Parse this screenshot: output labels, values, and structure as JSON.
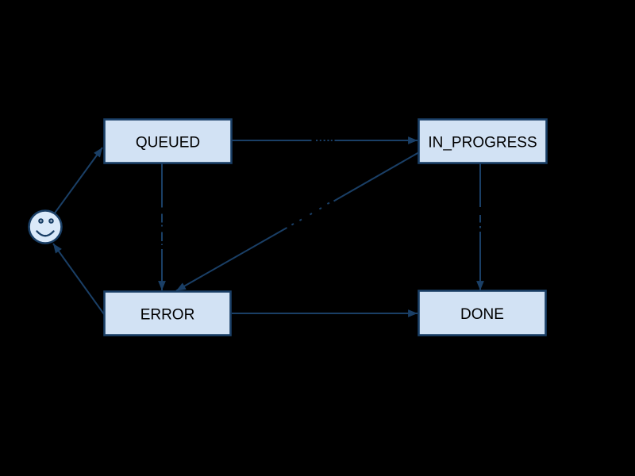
{
  "canvas": {
    "background": "#000000"
  },
  "palette": {
    "node_fill": "#d2e2f4",
    "actor_fill": "#dae9f9",
    "node_border": "#1a3f66",
    "edge_color": "#1a3f66",
    "node_text_color": "#000000"
  },
  "nodes": {
    "queued": {
      "label": "QUEUED"
    },
    "in_progress": {
      "label": "IN_PROGRESS"
    },
    "error": {
      "label": "ERROR"
    },
    "done": {
      "label": "DONE"
    },
    "actor": {
      "icon": "smiley-face-icon"
    }
  },
  "edges": [
    {
      "from": "actor",
      "to": "queued",
      "has_obscured_label": false
    },
    {
      "from": "queued",
      "to": "in_progress",
      "has_obscured_label": true
    },
    {
      "from": "queued",
      "to": "error",
      "has_obscured_label": true
    },
    {
      "from": "in_progress",
      "to": "error",
      "has_obscured_label": true
    },
    {
      "from": "in_progress",
      "to": "done",
      "has_obscured_label": true
    },
    {
      "from": "error",
      "to": "done",
      "has_obscured_label": false
    },
    {
      "from": "error",
      "to": "actor",
      "has_obscured_label": false
    }
  ]
}
